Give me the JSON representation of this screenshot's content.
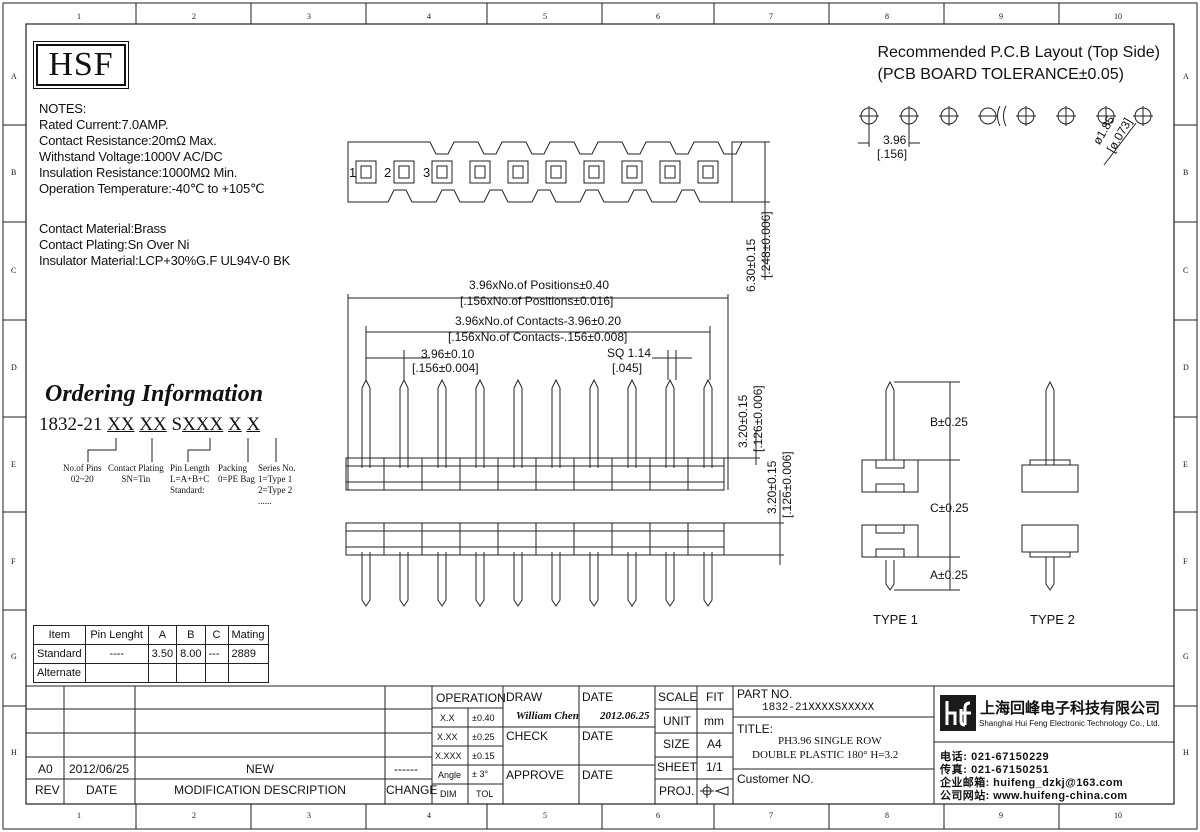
{
  "frame": {
    "col_numbers": [
      "1",
      "2",
      "3",
      "4",
      "5",
      "6",
      "7",
      "8",
      "9",
      "10"
    ],
    "row_letters": [
      "A",
      "B",
      "C",
      "D",
      "E",
      "F",
      "G",
      "H"
    ]
  },
  "logo": "HSF",
  "pcb_layout": {
    "title": "Recommended P.C.B Layout (Top Side)",
    "subtitle": "(PCB BOARD TOLERANCE±0.05)",
    "pitch_mm": "3.96",
    "pitch_in": "[.156]",
    "hole_mm": "ø1.85",
    "hole_in": "[ø.073]"
  },
  "notes": {
    "header": "NOTES:",
    "lines": [
      "Rated Current:7.0AMP.",
      "Contact Resistance:20mΩ Max.",
      "Withstand Voltage:1000V AC/DC",
      "Insulation Resistance:1000MΩ Min.",
      "Operation Temperature:-40℃ to +105℃"
    ],
    "material_lines": [
      "Contact Material:Brass",
      "Contact Plating:Sn Over Ni",
      "Insulator Material:LCP+30%G.F UL94V-0 BK"
    ]
  },
  "top_view": {
    "pin_labels": [
      "1",
      "2",
      "3"
    ],
    "height_mm": "6.30±0.15",
    "height_in": "[.248±0.006]"
  },
  "front_view": {
    "dim_positions_mm": "3.96xNo.of Positions±0.40",
    "dim_positions_in": "[.156xNo.of Positions±0.016]",
    "dim_contacts_mm": "3.96xNo.of Contacts-3.96±0.20",
    "dim_contacts_in": "[.156xNo.of Contacts-.156±0.008]",
    "pitch_mm": "3.96±0.10",
    "pitch_in": "[.156±0.004]",
    "sq_mm": "SQ 1.14",
    "sq_in": "[.045]",
    "upper_mm": "3.20±0.15",
    "upper_in": "[.126±0.006]",
    "lower_mm": "3.20±0.15",
    "lower_in": "[.126±0.006]"
  },
  "side_view": {
    "b_dim": "B±0.25",
    "c_dim": "C±0.25",
    "a_dim": "A±0.25",
    "type1": "TYPE 1",
    "type2": "TYPE 2"
  },
  "ordering": {
    "title": "Ordering Information",
    "prefix": "1832-21",
    "code_parts": [
      "XX",
      "XX",
      "S",
      "XXX",
      "X",
      "X"
    ],
    "fields": [
      {
        "name": "No.of Pins",
        "value": "02~20"
      },
      {
        "name": "Contact Plating",
        "value": "SN=Tin"
      },
      {
        "name": "Pin Length",
        "value": "L=A+B+C",
        "extra": "Standard:"
      },
      {
        "name": "Packing",
        "value": "0=PE Bag"
      },
      {
        "name": "Series No.",
        "value": "1=Type 1",
        "extra": "2=Type 2",
        "more": "......"
      }
    ]
  },
  "pin_table": {
    "headers": [
      "Item",
      "Pin Lenght",
      "A",
      "B",
      "C",
      "Mating"
    ],
    "rows": [
      [
        "Standard",
        "----",
        "3.50",
        "8.00",
        "---",
        "2889"
      ],
      [
        "Alternate",
        "",
        "",
        "",
        "",
        ""
      ]
    ]
  },
  "title_block": {
    "revision": {
      "rev": "A0",
      "date": "2012/06/25",
      "description": "NEW",
      "change": "------"
    },
    "rev_headers": {
      "rev": "REV",
      "date": "DATE",
      "description": "MODIFICATION DESCRIPTION",
      "change": "CHANGE"
    },
    "operation": "OPERATION",
    "tolerances": [
      {
        "label": "X.X",
        "value": "±0.40"
      },
      {
        "label": "X.XX",
        "value": "±0.25"
      },
      {
        "label": "X.XXX",
        "value": "±0.15"
      },
      {
        "label": "Angle",
        "value": "± 3°"
      }
    ],
    "dim_label": "DIM",
    "tol_label": "TOL",
    "draw_label": "DRAW",
    "draw_by": "William Chen",
    "draw_date_label": "DATE",
    "draw_date": "2012.06.25",
    "check_label": "CHECK",
    "check_date_label": "DATE",
    "approve_label": "APPROVE",
    "approve_date_label": "DATE",
    "scale_label": "SCALE",
    "scale_value": "FIT",
    "unit_label": "UNIT",
    "unit_value": "mm",
    "size_label": "SIZE",
    "size_value": "A4",
    "sheet_label": "SHEET",
    "sheet_value": "1/1",
    "proj_label": "PROJ.",
    "part_no_label": "PART NO.",
    "part_no": "1832-21XXXXSXXXXX",
    "title_label": "TITLE:",
    "title_line1": "PH3.96 SINGLE ROW",
    "title_line2": "DOUBLE PLASTIC 180° H=3.2",
    "customer_label": "Customer NO.",
    "company_cn": "上海回峰电子科技有限公司",
    "company_en": "Shanghai Hui Feng Electronic Technology Co., Ltd.",
    "phone": "电话: 021-67150229",
    "fax": "传真: 021-67150251",
    "email": "企业邮箱: huifeng_dzkj@163.com",
    "website": "公司网站: www.huifeng-china.com"
  }
}
